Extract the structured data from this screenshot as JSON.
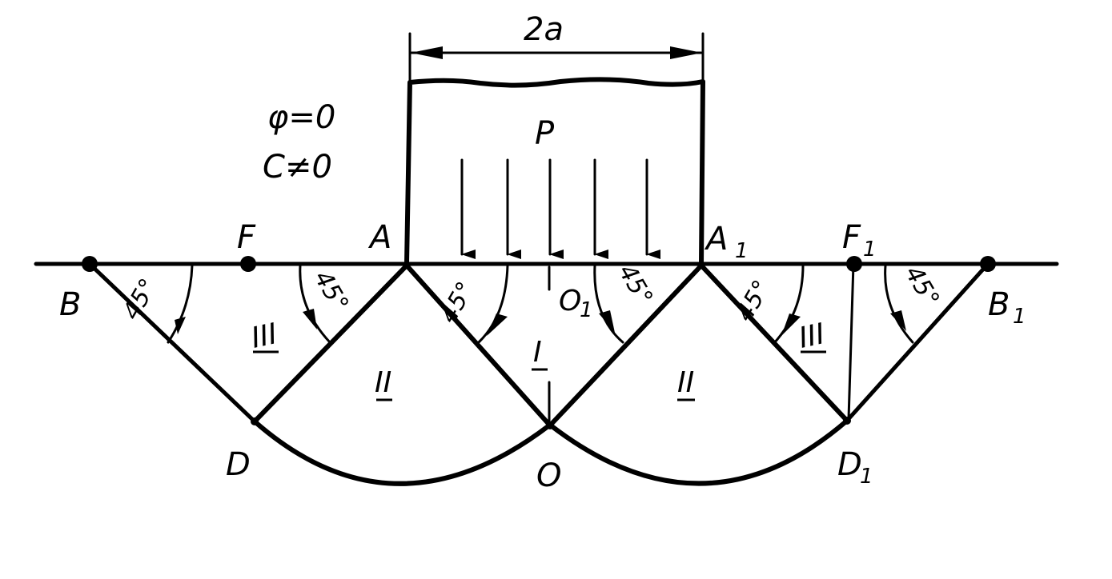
{
  "colors": {
    "ink": "#000000",
    "background": "#ffffff"
  },
  "labels": {
    "width": "2a",
    "phi": "φ=0",
    "cohesion": "C≠0",
    "load": "P",
    "A": "A",
    "A1": "A",
    "A1_sub": "1",
    "F": "F",
    "F1": "F",
    "F1_sub": "1",
    "B": "B",
    "B1": "B",
    "B1_sub": "1",
    "O1": "O",
    "O1_sub": "1",
    "D": "D",
    "O": "O",
    "D1": "D",
    "D1_sub": "1"
  },
  "zones": {
    "I": "I",
    "II_left": "II",
    "II_right": "II",
    "III_left": "III",
    "III_right": "III"
  },
  "angles": {
    "a1": "45°",
    "a2": "45°",
    "a3": "45°",
    "a4": "45°",
    "a5": "45°",
    "a6": "45°"
  }
}
